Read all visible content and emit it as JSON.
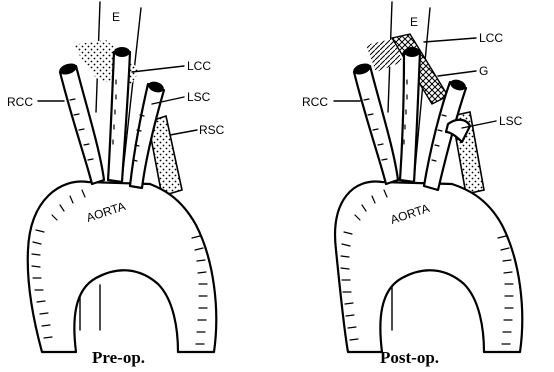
{
  "pre_op": {
    "caption": "Pre-op.",
    "labels": {
      "e": "E",
      "lcc": "LCC",
      "rcc": "RCC",
      "lsc": "LSC",
      "rsc": "RSC",
      "aorta": "AORTA"
    }
  },
  "post_op": {
    "caption": "Post-op.",
    "labels": {
      "e": "E",
      "lcc": "LCC",
      "g": "G",
      "rcc": "RCC",
      "lsc": "LSC",
      "aorta": "AORTA"
    }
  }
}
